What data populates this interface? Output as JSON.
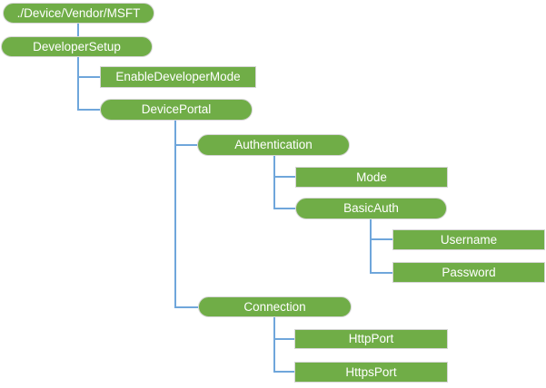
{
  "colors": {
    "node_fill": "#70AD47",
    "node_text": "#FFFFFF",
    "node_border": "#D6D6D6",
    "connector": "#6FA6DB"
  },
  "nodes": [
    {
      "id": "root",
      "label": "./Device/Vendor/MSFT",
      "shape": "rounded",
      "parent": null
    },
    {
      "id": "developer-setup",
      "label": "DeveloperSetup",
      "shape": "rounded",
      "parent": "root"
    },
    {
      "id": "enable-developer-mode",
      "label": "EnableDeveloperMode",
      "shape": "rect",
      "parent": "developer-setup"
    },
    {
      "id": "device-portal",
      "label": "DevicePortal",
      "shape": "rounded",
      "parent": "developer-setup"
    },
    {
      "id": "authentication",
      "label": "Authentication",
      "shape": "rounded",
      "parent": "device-portal"
    },
    {
      "id": "mode",
      "label": "Mode",
      "shape": "rect",
      "parent": "authentication"
    },
    {
      "id": "basic-auth",
      "label": "BasicAuth",
      "shape": "rounded",
      "parent": "authentication"
    },
    {
      "id": "username",
      "label": "Username",
      "shape": "rect",
      "parent": "basic-auth"
    },
    {
      "id": "password",
      "label": "Password",
      "shape": "rect",
      "parent": "basic-auth"
    },
    {
      "id": "connection",
      "label": "Connection",
      "shape": "rounded",
      "parent": "device-portal"
    },
    {
      "id": "http-port",
      "label": "HttpPort",
      "shape": "rect",
      "parent": "connection"
    },
    {
      "id": "https-port",
      "label": "HttpsPort",
      "shape": "rect",
      "parent": "connection"
    }
  ]
}
